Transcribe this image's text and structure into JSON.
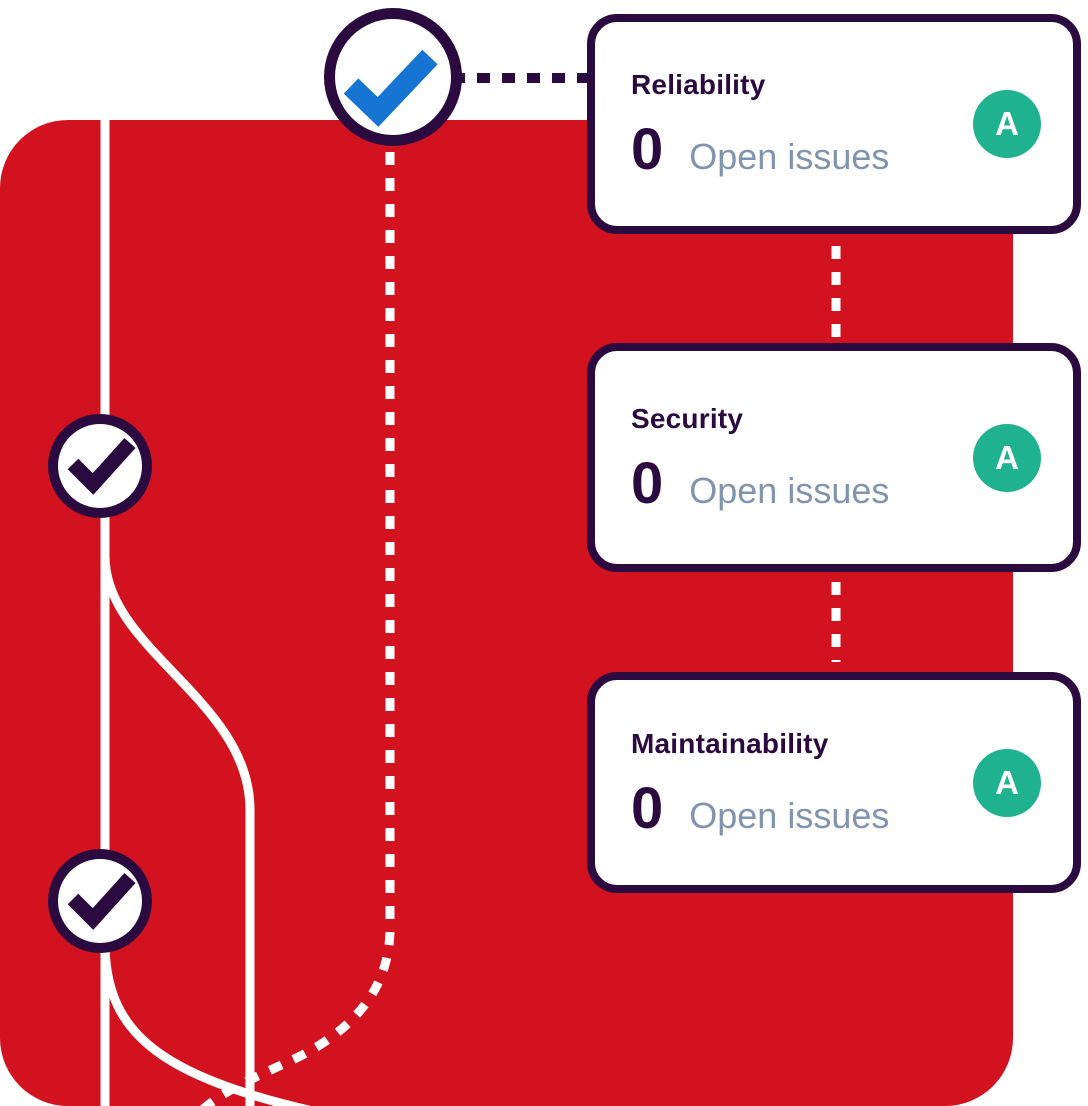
{
  "colors": {
    "background": "#ffffff",
    "red": "#d2121e",
    "dark_purple": "#2b0a40",
    "blue_check": "#1675d3",
    "badge_green": "#1fb28e",
    "muted_text": "#8095ad",
    "card_bg": "#ffffff",
    "line_white": "#ffffff"
  },
  "illustration": {
    "check_icon_glyph": "✓",
    "checkpoint_count": 3,
    "branch_lines": "git-branch-graph"
  },
  "cards": [
    {
      "title": "Reliability",
      "count": "0",
      "count_label": "Open issues",
      "grade": "A"
    },
    {
      "title": "Security",
      "count": "0",
      "count_label": "Open issues",
      "grade": "A"
    },
    {
      "title": "Maintainability",
      "count": "0",
      "count_label": "Open issues",
      "grade": "A"
    }
  ]
}
